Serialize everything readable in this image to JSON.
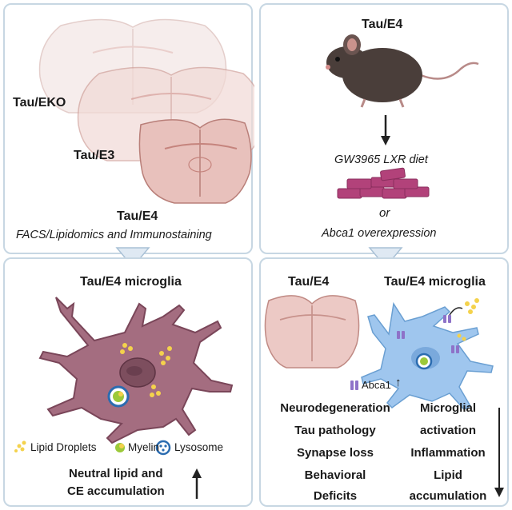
{
  "panel1": {
    "labels": [
      "Tau/EKO",
      "Tau/E3",
      "Tau/E4"
    ],
    "caption": "FACS/Lipidomics and Immunostaining"
  },
  "panel2": {
    "title": "Tau/E4",
    "treatment1": "GW3965 LXR diet",
    "or": "or",
    "treatment2": "Abca1 overexpression"
  },
  "panel3": {
    "title": "Tau/E4 microglia",
    "legend": [
      "Lipid Droplets",
      "Myelin",
      "Lysosome"
    ],
    "result": [
      "Neutral lipid and",
      "CE accumulation"
    ]
  },
  "panel4": {
    "brain_title": "Tau/E4",
    "microglia_title": "Tau/E4 microglia",
    "abca1_label": "Abca1",
    "left_list": [
      "Neurodegeneration",
      "Tau pathology",
      "Synapse loss",
      "Behavioral",
      "Deficits"
    ],
    "right_list": [
      "Microglial",
      "activation",
      "Inflammation",
      "Lipid",
      "accumulation"
    ]
  },
  "colors": {
    "panel_border": "#c7d7e3",
    "arrow_fill": "#dfe9f3",
    "brain_pink": "#ecc9c5",
    "microglia_purple": "#a06a7c",
    "activated_blue": "#9fc6ee",
    "diet_magenta": "#b2427a"
  }
}
